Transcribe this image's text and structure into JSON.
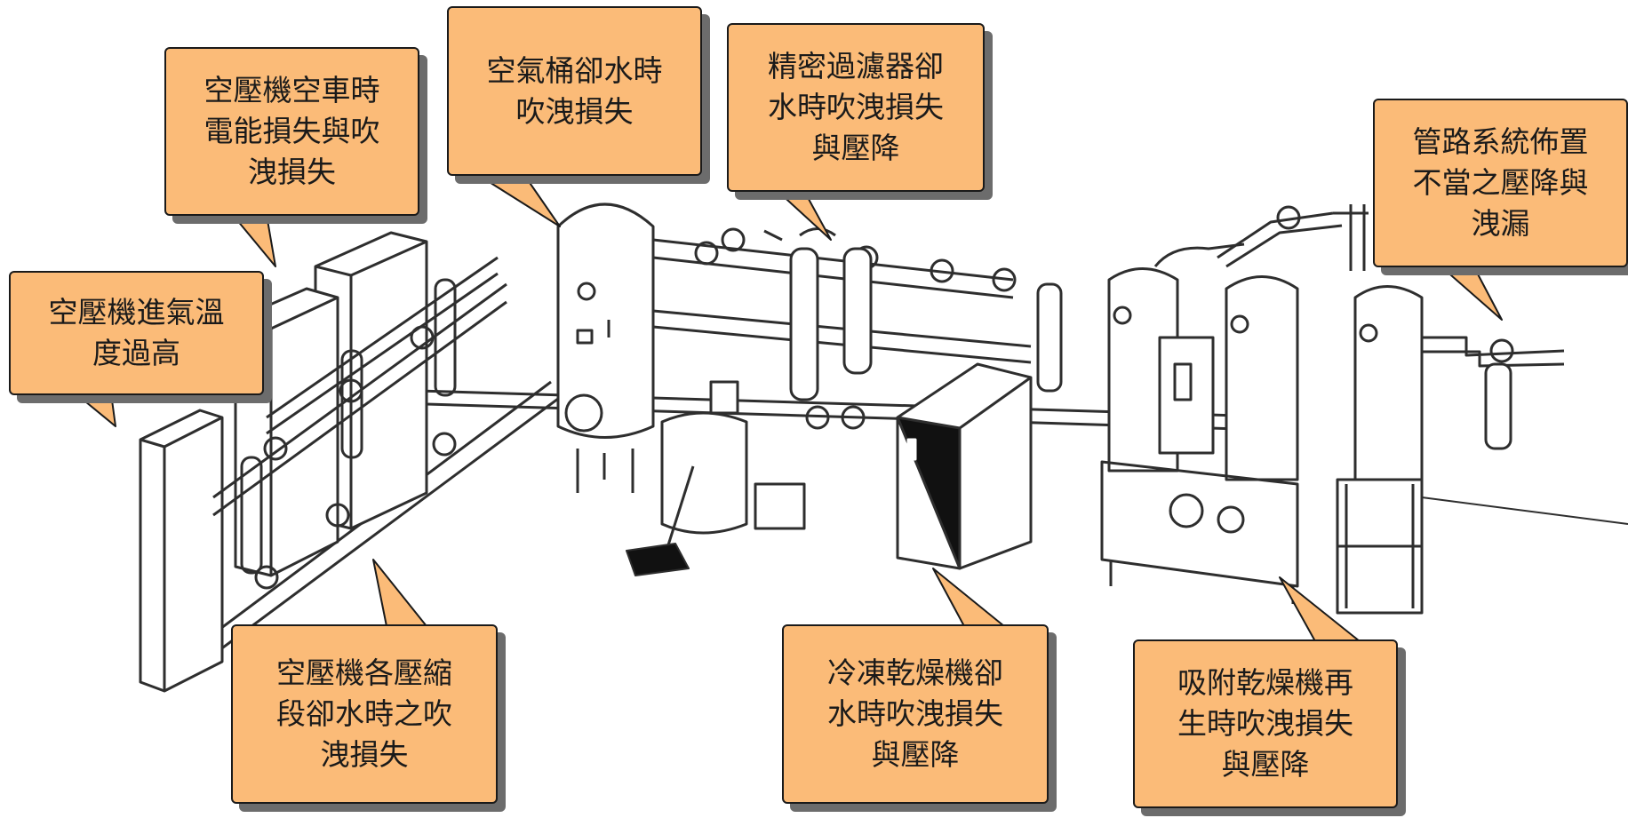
{
  "callouts": {
    "c1": {
      "lines": [
        "空壓機空車時",
        "電能損失與吹",
        "洩損失"
      ]
    },
    "c2": {
      "lines": [
        "空氣桶卻水時",
        "吹洩損失"
      ]
    },
    "c3": {
      "lines": [
        "精密過濾器卻",
        "水時吹洩損失",
        "與壓降"
      ]
    },
    "c4": {
      "lines": [
        "管路系統佈置",
        "不當之壓降與",
        "洩漏"
      ]
    },
    "c5": {
      "lines": [
        "空壓機進氣溫",
        "度過高"
      ]
    },
    "c6": {
      "lines": [
        "空壓機各壓縮",
        "段卻水時之吹",
        "洩損失"
      ]
    },
    "c7": {
      "lines": [
        "冷凍乾燥機卻",
        "水時吹洩損失",
        "與壓降"
      ]
    },
    "c8": {
      "lines": [
        "吸附乾燥機再",
        "生時吹洩損失",
        "與壓降"
      ]
    }
  },
  "colors": {
    "callout_fill": "#fbbb78",
    "callout_border": "#1a1a1a",
    "shadow": "#6c6c6c",
    "line_art": "#333333"
  }
}
